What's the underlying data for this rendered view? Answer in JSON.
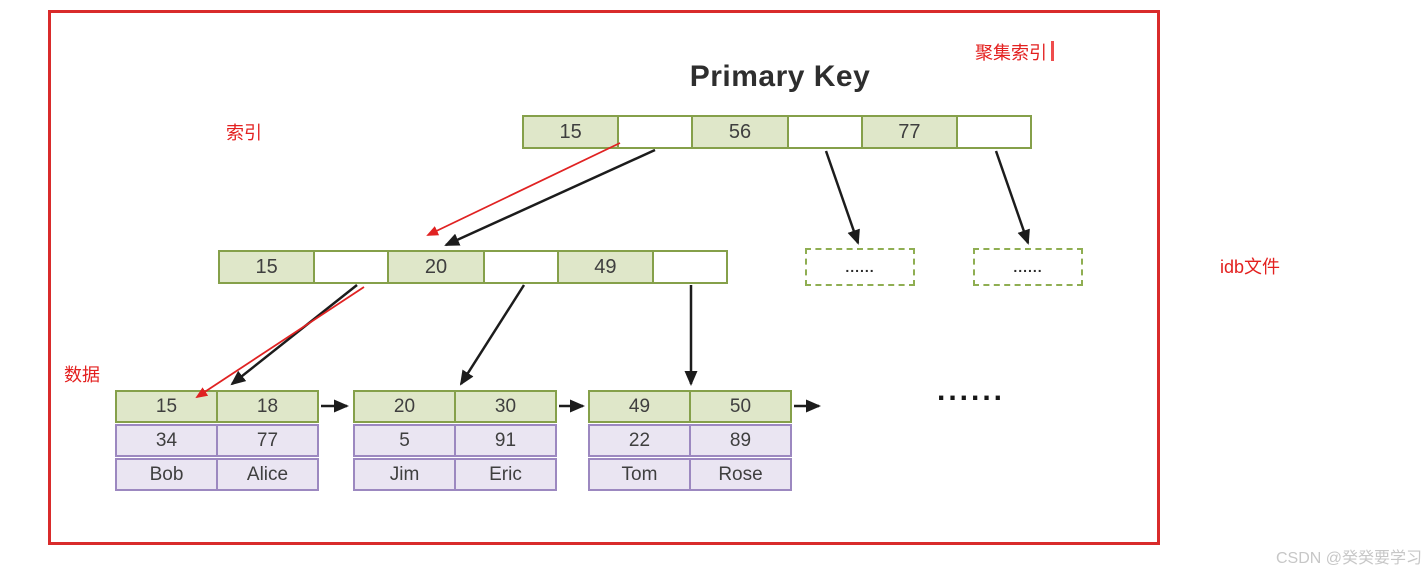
{
  "title": "Primary Key",
  "annotations": {
    "clustered_index": "聚集索引",
    "index": "索引",
    "data": "数据",
    "idb_file": "idb文件"
  },
  "watermark": "CSDN @癸癸要学习",
  "root_node": {
    "cells": [
      "15",
      "",
      "56",
      "",
      "77",
      ""
    ]
  },
  "internal_node": {
    "cells": [
      "15",
      "",
      "20",
      "",
      "49",
      ""
    ]
  },
  "leaf_pages": [
    {
      "rows": [
        [
          "15",
          "18"
        ],
        [
          "34",
          "77"
        ],
        [
          "Bob",
          "Alice"
        ]
      ]
    },
    {
      "rows": [
        [
          "20",
          "30"
        ],
        [
          "5",
          "91"
        ],
        [
          "Jim",
          "Eric"
        ]
      ]
    },
    {
      "rows": [
        [
          "49",
          "50"
        ],
        [
          "22",
          "89"
        ],
        [
          "Tom",
          "Rose"
        ]
      ]
    }
  ],
  "placeholder_pages": [
    "......",
    "......"
  ],
  "ellipsis": "......",
  "colors": {
    "frame_red": "#d92b2b",
    "label_red": "#e3201f",
    "node_green_fill": "#dfe7c9",
    "node_green_border": "#85a04a",
    "leaf_purple_fill": "#eae5f2",
    "leaf_purple_border": "#9c88c0",
    "arrow_black": "#1c1c1c",
    "arrow_red": "#e02222",
    "watermark_gray": "#c7c7c7"
  }
}
